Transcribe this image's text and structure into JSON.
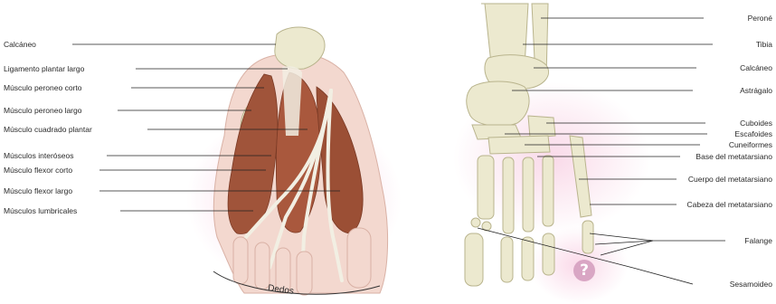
{
  "left_labels": [
    {
      "key": "calcaneo",
      "text": "Calcáneo"
    },
    {
      "key": "ligamento",
      "text": "Ligamento plantar largo"
    },
    {
      "key": "peroneo_corto",
      "text": "Músculo peroneo corto"
    },
    {
      "key": "peroneo_largo",
      "text": "Músculo peroneo largo"
    },
    {
      "key": "cuadrado",
      "text": "Músculo cuadrado plantar"
    },
    {
      "key": "interoseos",
      "text": "Músculos interóseos"
    },
    {
      "key": "flexor_corto",
      "text": "Músculo flexor corto"
    },
    {
      "key": "flexor_largo",
      "text": "Músculo flexor largo"
    },
    {
      "key": "lumbricales",
      "text": "Músculos lumbricales"
    }
  ],
  "right_labels": [
    {
      "key": "perone",
      "text": "Peroné"
    },
    {
      "key": "tibia",
      "text": "Tibia"
    },
    {
      "key": "calcaneo",
      "text": "Calcáneo"
    },
    {
      "key": "astragalo",
      "text": "Astrágalo"
    },
    {
      "key": "cuboides",
      "text": "Cuboides"
    },
    {
      "key": "escafoides",
      "text": "Escafoides"
    },
    {
      "key": "cuneiformes",
      "text": "Cuneiformes"
    },
    {
      "key": "base_meta",
      "text": "Base del metatarsiano"
    },
    {
      "key": "cuerpo_meta",
      "text": "Cuerpo del metatarsiano"
    },
    {
      "key": "cabeza_meta",
      "text": "Cabeza del metatarsiano"
    },
    {
      "key": "falange",
      "text": "Falange"
    },
    {
      "key": "sesamoideo",
      "text": "Sesamoideo"
    }
  ],
  "dedos_label": "Dedos",
  "help_glyph": "?",
  "colors": {
    "bone": "#ece9cf",
    "bone_outline": "#b9b48d",
    "muscle": "#a0543a",
    "muscle_dark": "#7a3a25",
    "tendon": "#f2efe3",
    "skin": "#f3d8cf",
    "glow": "#f4b8d4",
    "line": "#222222"
  }
}
